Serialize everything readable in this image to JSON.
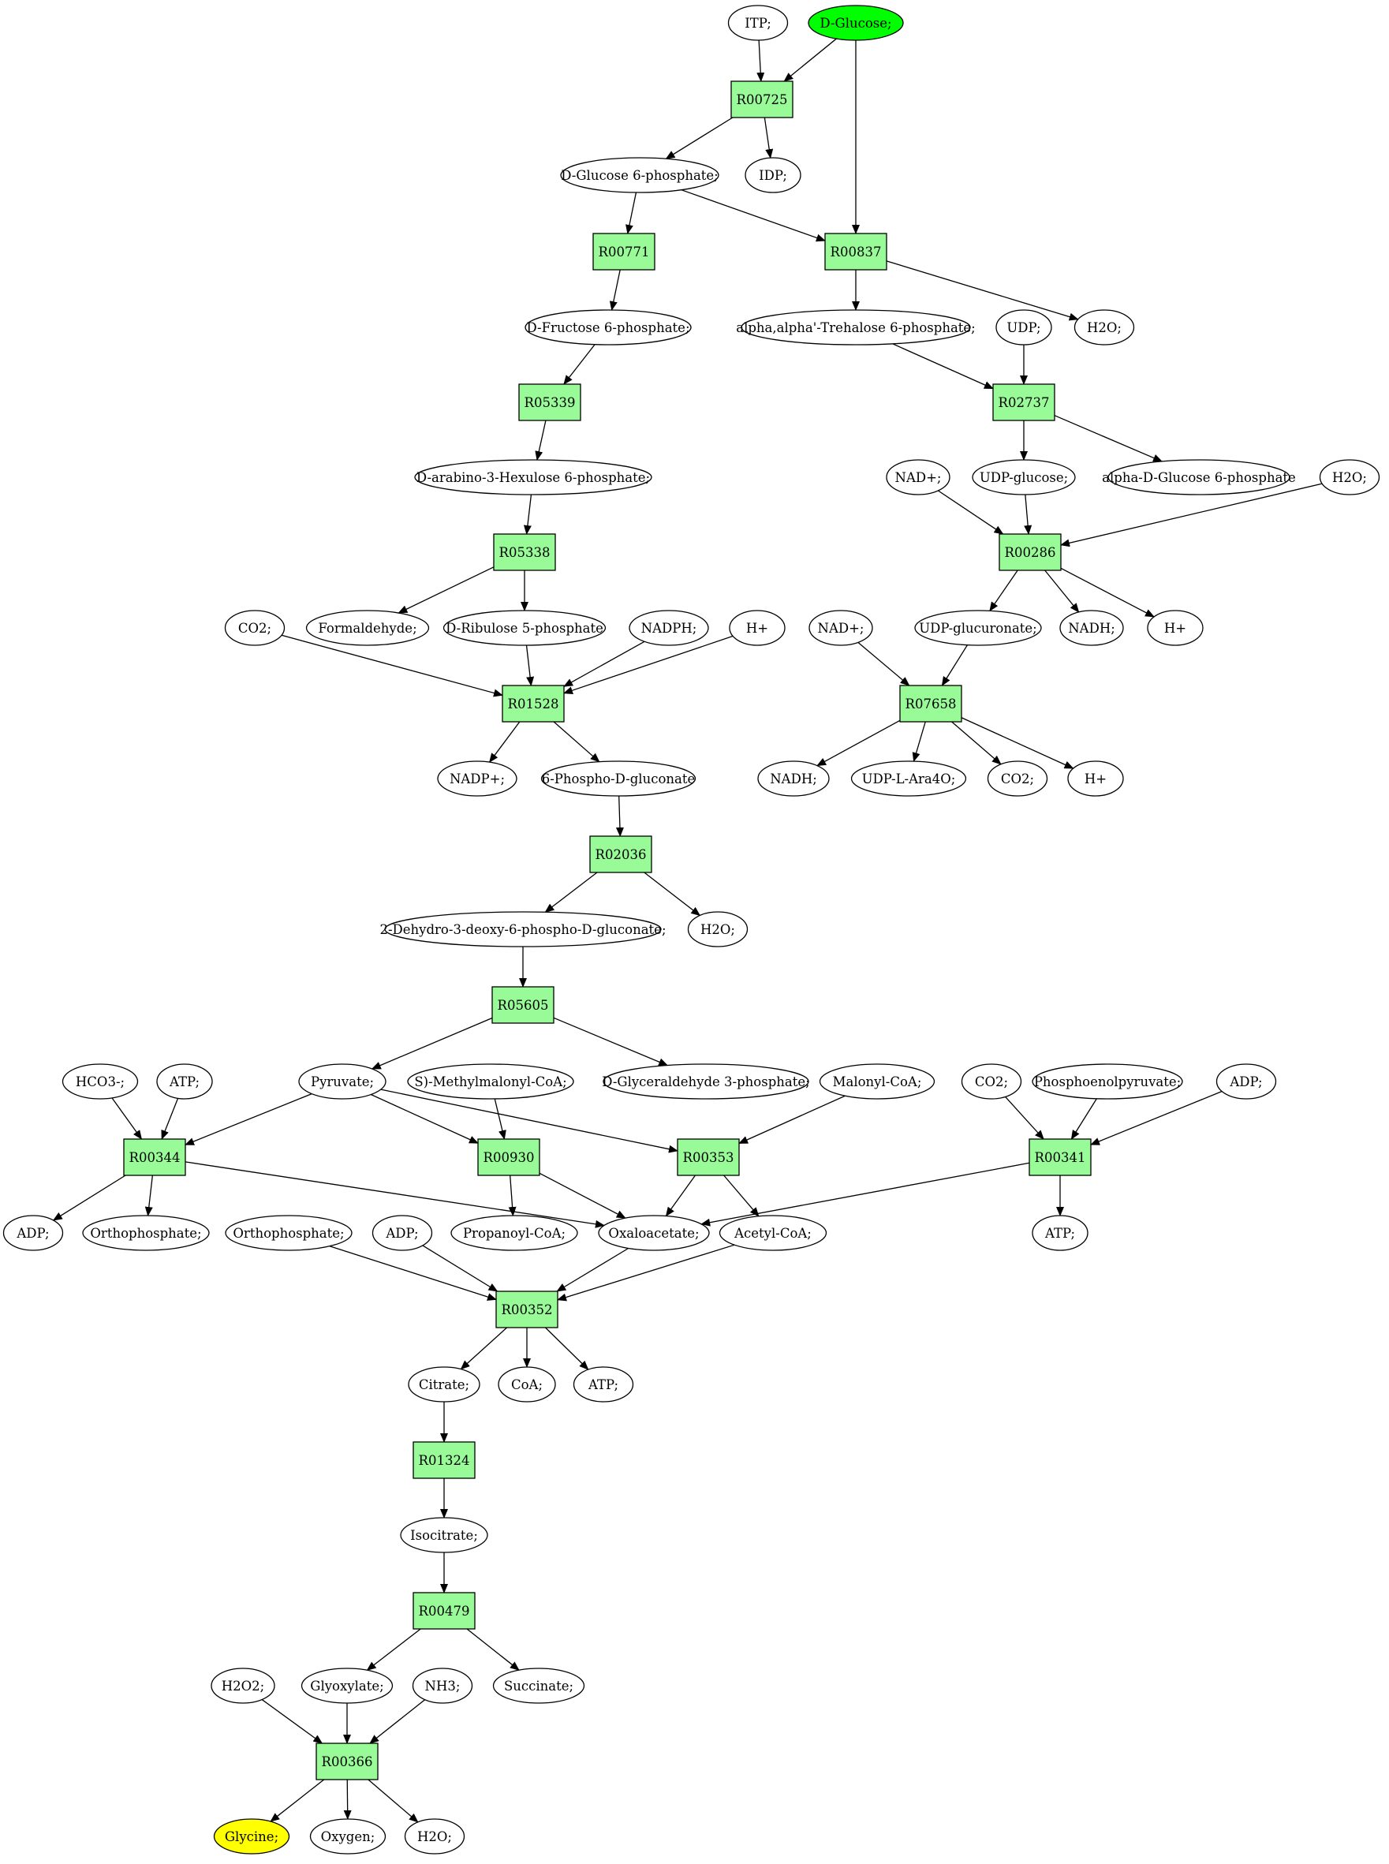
{
  "colors": {
    "reaction_fill": "#98fb98",
    "metabolite_fill": "#ffffff",
    "source_fill": "#00ff00",
    "target_fill": "#ffff00",
    "stroke": "#000000"
  },
  "nodes": [
    {
      "id": "itp",
      "label": "ITP;",
      "kind": "metabolite"
    },
    {
      "id": "glc",
      "label": "D-Glucose;",
      "kind": "metabolite",
      "highlight": "source"
    },
    {
      "id": "R00725",
      "label": "R00725",
      "kind": "reaction"
    },
    {
      "id": "g6p",
      "label": "D-Glucose 6-phosphate;",
      "kind": "metabolite"
    },
    {
      "id": "idp",
      "label": "IDP;",
      "kind": "metabolite"
    },
    {
      "id": "R00771",
      "label": "R00771",
      "kind": "reaction"
    },
    {
      "id": "R00837",
      "label": "R00837",
      "kind": "reaction"
    },
    {
      "id": "f6p",
      "label": "D-Fructose 6-phosphate;",
      "kind": "metabolite"
    },
    {
      "id": "t6p",
      "label": "alpha,alpha'-Trehalose 6-phosphate;",
      "kind": "metabolite"
    },
    {
      "id": "udp1",
      "label": "UDP;",
      "kind": "metabolite"
    },
    {
      "id": "h2o1",
      "label": "H2O;",
      "kind": "metabolite"
    },
    {
      "id": "R05339",
      "label": "R05339",
      "kind": "reaction"
    },
    {
      "id": "R02737",
      "label": "R02737",
      "kind": "reaction"
    },
    {
      "id": "hu6p",
      "label": "D-arabino-3-Hexulose 6-phosphate;",
      "kind": "metabolite"
    },
    {
      "id": "nad1",
      "label": "NAD+;",
      "kind": "metabolite"
    },
    {
      "id": "udpglc",
      "label": "UDP-glucose;",
      "kind": "metabolite"
    },
    {
      "id": "ag1p",
      "label": "alpha-D-Glucose 6-phosphate",
      "kind": "metabolite"
    },
    {
      "id": "h2o2",
      "label": "H2O;",
      "kind": "metabolite"
    },
    {
      "id": "R05338",
      "label": "R05338",
      "kind": "reaction"
    },
    {
      "id": "R00286",
      "label": "R00286",
      "kind": "reaction"
    },
    {
      "id": "co2a",
      "label": "CO2;",
      "kind": "metabolite"
    },
    {
      "id": "hcho",
      "label": "Formaldehyde;",
      "kind": "metabolite"
    },
    {
      "id": "ru5p",
      "label": "D-Ribulose 5-phosphate",
      "kind": "metabolite"
    },
    {
      "id": "nadph",
      "label": "NADPH;",
      "kind": "metabolite"
    },
    {
      "id": "hplus1",
      "label": "H+",
      "kind": "metabolite"
    },
    {
      "id": "nad2",
      "label": "NAD+;",
      "kind": "metabolite"
    },
    {
      "id": "udpgla",
      "label": "UDP-glucuronate;",
      "kind": "metabolite"
    },
    {
      "id": "nadh1",
      "label": "NADH;",
      "kind": "metabolite"
    },
    {
      "id": "hplus2",
      "label": "H+",
      "kind": "metabolite"
    },
    {
      "id": "R01528",
      "label": "R01528",
      "kind": "reaction"
    },
    {
      "id": "R07658",
      "label": "R07658",
      "kind": "reaction"
    },
    {
      "id": "nadp",
      "label": "NADP+;",
      "kind": "metabolite"
    },
    {
      "id": "pg6",
      "label": "6-Phospho-D-gluconate",
      "kind": "metabolite"
    },
    {
      "id": "nadh2",
      "label": "NADH;",
      "kind": "metabolite"
    },
    {
      "id": "udpara",
      "label": "UDP-L-Ara4O;",
      "kind": "metabolite"
    },
    {
      "id": "co2b",
      "label": "CO2;",
      "kind": "metabolite"
    },
    {
      "id": "hplus3",
      "label": "H+",
      "kind": "metabolite"
    },
    {
      "id": "R02036",
      "label": "R02036",
      "kind": "reaction"
    },
    {
      "id": "kdpg",
      "label": "2-Dehydro-3-deoxy-6-phospho-D-gluconate;",
      "kind": "metabolite"
    },
    {
      "id": "h2o3",
      "label": "H2O;",
      "kind": "metabolite"
    },
    {
      "id": "R05605",
      "label": "R05605",
      "kind": "reaction"
    },
    {
      "id": "hco3",
      "label": "HCO3-;",
      "kind": "metabolite"
    },
    {
      "id": "atp1",
      "label": "ATP;",
      "kind": "metabolite"
    },
    {
      "id": "pyr",
      "label": "Pyruvate;",
      "kind": "metabolite"
    },
    {
      "id": "mmcoa",
      "label": "S)-Methylmalonyl-CoA;",
      "kind": "metabolite"
    },
    {
      "id": "g3p",
      "label": "D-Glyceraldehyde 3-phosphate;",
      "kind": "metabolite"
    },
    {
      "id": "malcoa",
      "label": "Malonyl-CoA;",
      "kind": "metabolite"
    },
    {
      "id": "co2c",
      "label": "CO2;",
      "kind": "metabolite"
    },
    {
      "id": "pep",
      "label": "Phosphoenolpyruvate;",
      "kind": "metabolite"
    },
    {
      "id": "adp1",
      "label": "ADP;",
      "kind": "metabolite"
    },
    {
      "id": "R00344",
      "label": "R00344",
      "kind": "reaction"
    },
    {
      "id": "R00930",
      "label": "R00930",
      "kind": "reaction"
    },
    {
      "id": "R00353",
      "label": "R00353",
      "kind": "reaction"
    },
    {
      "id": "R00341",
      "label": "R00341",
      "kind": "reaction"
    },
    {
      "id": "adp2",
      "label": "ADP;",
      "kind": "metabolite"
    },
    {
      "id": "pi1",
      "label": "Orthophosphate;",
      "kind": "metabolite"
    },
    {
      "id": "pi2",
      "label": "Orthophosphate;",
      "kind": "metabolite"
    },
    {
      "id": "adp3",
      "label": "ADP;",
      "kind": "metabolite"
    },
    {
      "id": "propcoa",
      "label": "Propanoyl-CoA;",
      "kind": "metabolite"
    },
    {
      "id": "oaa",
      "label": "Oxaloacetate;",
      "kind": "metabolite"
    },
    {
      "id": "accoa",
      "label": "Acetyl-CoA;",
      "kind": "metabolite"
    },
    {
      "id": "atp2",
      "label": "ATP;",
      "kind": "metabolite"
    },
    {
      "id": "R00352",
      "label": "R00352",
      "kind": "reaction"
    },
    {
      "id": "cit",
      "label": "Citrate;",
      "kind": "metabolite"
    },
    {
      "id": "coa",
      "label": "CoA;",
      "kind": "metabolite"
    },
    {
      "id": "atp3",
      "label": "ATP;",
      "kind": "metabolite"
    },
    {
      "id": "R01324",
      "label": "R01324",
      "kind": "reaction"
    },
    {
      "id": "icit",
      "label": "Isocitrate;",
      "kind": "metabolite"
    },
    {
      "id": "R00479",
      "label": "R00479",
      "kind": "reaction"
    },
    {
      "id": "h2o2a",
      "label": "H2O2;",
      "kind": "metabolite"
    },
    {
      "id": "glx",
      "label": "Glyoxylate;",
      "kind": "metabolite"
    },
    {
      "id": "nh3",
      "label": "NH3;",
      "kind": "metabolite"
    },
    {
      "id": "succ",
      "label": "Succinate;",
      "kind": "metabolite"
    },
    {
      "id": "R00366",
      "label": "R00366",
      "kind": "reaction"
    },
    {
      "id": "gly",
      "label": "Glycine;",
      "kind": "metabolite",
      "highlight": "target"
    },
    {
      "id": "o2",
      "label": "Oxygen;",
      "kind": "metabolite"
    },
    {
      "id": "h2o4",
      "label": "H2O;",
      "kind": "metabolite"
    }
  ],
  "edges": [
    [
      "itp",
      "R00725"
    ],
    [
      "glc",
      "R00725"
    ],
    [
      "glc",
      "R00837"
    ],
    [
      "R00725",
      "g6p"
    ],
    [
      "R00725",
      "idp"
    ],
    [
      "g6p",
      "R00771"
    ],
    [
      "g6p",
      "R00837"
    ],
    [
      "R00771",
      "f6p"
    ],
    [
      "R00837",
      "t6p"
    ],
    [
      "R00837",
      "h2o1"
    ],
    [
      "f6p",
      "R05339"
    ],
    [
      "t6p",
      "R02737"
    ],
    [
      "udp1",
      "R02737"
    ],
    [
      "R05339",
      "hu6p"
    ],
    [
      "R02737",
      "udpglc"
    ],
    [
      "R02737",
      "ag1p"
    ],
    [
      "hu6p",
      "R05338"
    ],
    [
      "nad1",
      "R00286"
    ],
    [
      "udpglc",
      "R00286"
    ],
    [
      "h2o2",
      "R00286"
    ],
    [
      "R05338",
      "hcho"
    ],
    [
      "R05338",
      "ru5p"
    ],
    [
      "R00286",
      "udpgla"
    ],
    [
      "R00286",
      "nadh1"
    ],
    [
      "R00286",
      "hplus2"
    ],
    [
      "co2a",
      "R01528"
    ],
    [
      "ru5p",
      "R01528"
    ],
    [
      "nadph",
      "R01528"
    ],
    [
      "hplus1",
      "R01528"
    ],
    [
      "nad2",
      "R07658"
    ],
    [
      "udpgla",
      "R07658"
    ],
    [
      "R01528",
      "nadp"
    ],
    [
      "R01528",
      "pg6"
    ],
    [
      "R07658",
      "nadh2"
    ],
    [
      "R07658",
      "udpara"
    ],
    [
      "R07658",
      "co2b"
    ],
    [
      "R07658",
      "hplus3"
    ],
    [
      "pg6",
      "R02036"
    ],
    [
      "R02036",
      "kdpg"
    ],
    [
      "R02036",
      "h2o3"
    ],
    [
      "kdpg",
      "R05605"
    ],
    [
      "R05605",
      "pyr"
    ],
    [
      "R05605",
      "g3p"
    ],
    [
      "hco3",
      "R00344"
    ],
    [
      "atp1",
      "R00344"
    ],
    [
      "pyr",
      "R00344"
    ],
    [
      "pyr",
      "R00930"
    ],
    [
      "mmcoa",
      "R00930"
    ],
    [
      "pyr",
      "R00353"
    ],
    [
      "malcoa",
      "R00353"
    ],
    [
      "co2c",
      "R00341"
    ],
    [
      "pep",
      "R00341"
    ],
    [
      "adp1",
      "R00341"
    ],
    [
      "R00344",
      "adp2"
    ],
    [
      "R00344",
      "pi1"
    ],
    [
      "R00344",
      "oaa"
    ],
    [
      "R00930",
      "propcoa"
    ],
    [
      "R00930",
      "oaa"
    ],
    [
      "R00353",
      "oaa"
    ],
    [
      "R00353",
      "accoa"
    ],
    [
      "R00341",
      "oaa"
    ],
    [
      "R00341",
      "atp2"
    ],
    [
      "pi2",
      "R00352"
    ],
    [
      "adp3",
      "R00352"
    ],
    [
      "oaa",
      "R00352"
    ],
    [
      "accoa",
      "R00352"
    ],
    [
      "R00352",
      "cit"
    ],
    [
      "R00352",
      "coa"
    ],
    [
      "R00352",
      "atp3"
    ],
    [
      "cit",
      "R01324"
    ],
    [
      "R01324",
      "icit"
    ],
    [
      "icit",
      "R00479"
    ],
    [
      "R00479",
      "glx"
    ],
    [
      "R00479",
      "succ"
    ],
    [
      "h2o2a",
      "R00366"
    ],
    [
      "glx",
      "R00366"
    ],
    [
      "nh3",
      "R00366"
    ],
    [
      "R00366",
      "gly"
    ],
    [
      "R00366",
      "o2"
    ],
    [
      "R00366",
      "h2o4"
    ]
  ]
}
